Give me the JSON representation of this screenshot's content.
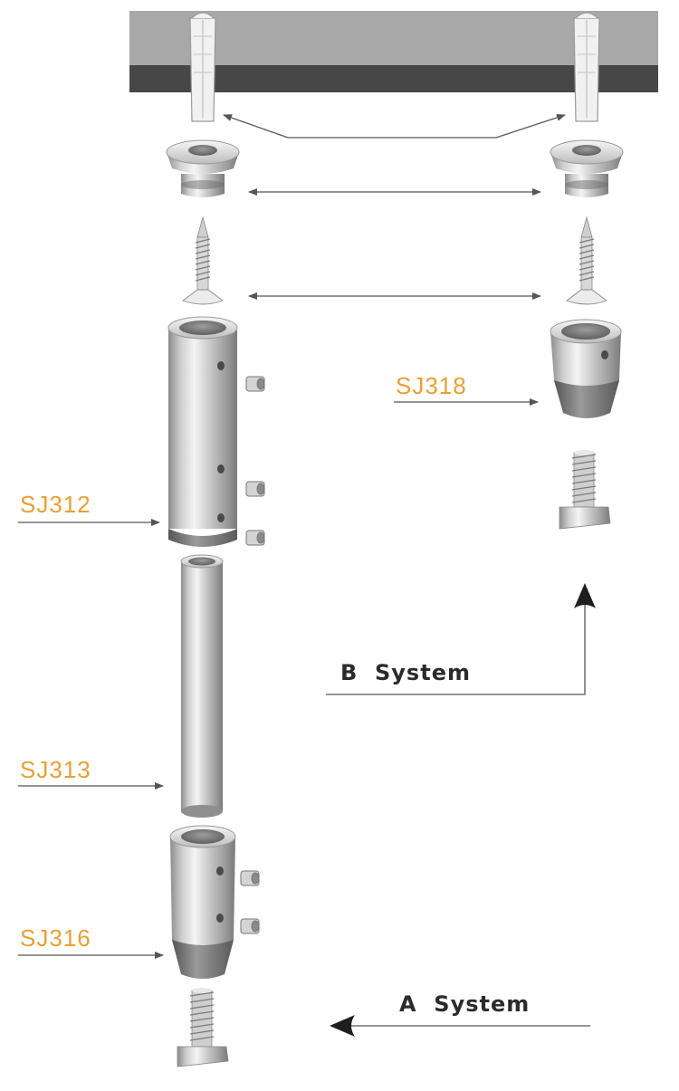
{
  "labels": {
    "sj312": "SJ312",
    "sj313": "SJ313",
    "sj316": "SJ316",
    "sj318": "SJ318",
    "b_system": "B  System",
    "a_system": "A  System"
  },
  "colors": {
    "label_orange": "#e8a033",
    "ceiling_light": "#a8a8a8",
    "ceiling_dark": "#474747",
    "steel_light": "#e6e6e6",
    "steel_mid": "#b8b8b8",
    "steel_dark": "#7a7a7a",
    "arrow": "#555555"
  }
}
